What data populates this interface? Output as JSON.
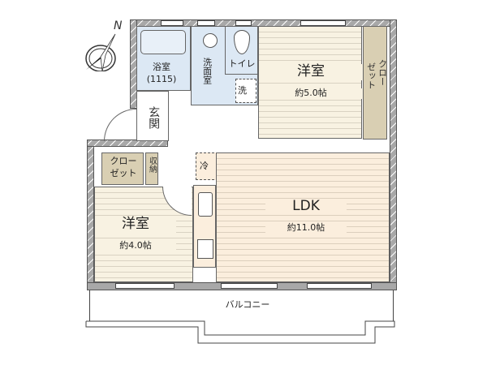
{
  "plan": {
    "compass": {
      "north_label": "N",
      "icon": "compass-icon"
    },
    "rooms": {
      "bath": {
        "name": "浴室",
        "size": "(1115)"
      },
      "washroom": {
        "name": "洗面室"
      },
      "toilet": {
        "name": "トイレ"
      },
      "washer": {
        "name": "洗"
      },
      "western_room_1": {
        "name": "洋室",
        "area": "約5.0帖"
      },
      "closet_1": {
        "name": "クローゼット",
        "line1": "クロー",
        "line2": "ゼット"
      },
      "entrance": {
        "name": "玄関"
      },
      "closet_2": {
        "line1": "クロー",
        "line2": "ゼット"
      },
      "storage": {
        "name": "収納"
      },
      "refrigerator": {
        "name": "冷"
      },
      "ldk": {
        "name": "LDK",
        "area": "約11.0帖"
      },
      "western_room_2": {
        "name": "洋室",
        "area": "約4.0帖"
      },
      "balcony": {
        "name": "バルコニー"
      }
    },
    "colors": {
      "wall": "#a8a8a8",
      "wood_floor": "#f8f2e2",
      "ldk_floor": "#fbeedd",
      "wet_area": "#dce8f4",
      "closet": "#d9cfb3"
    }
  }
}
